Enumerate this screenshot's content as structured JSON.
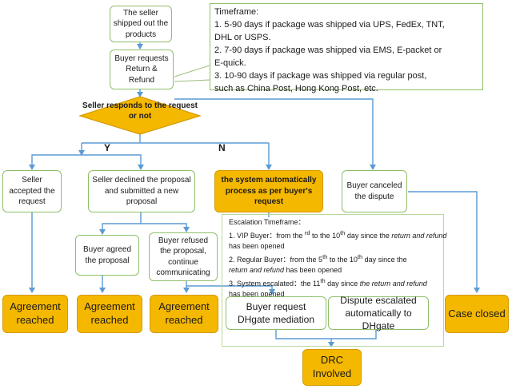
{
  "nodes": {
    "seller_shipped": "The seller shipped out the products",
    "buyer_requests": "Buyer requests Return & Refund",
    "seller_responds": "Seller responds to the request or not",
    "seller_accepted": "Seller accepted the request",
    "seller_declined": "Seller declined the proposal and submitted a new proposal",
    "system_auto": "the system automatically process as per buyer's request",
    "buyer_canceled": "Buyer canceled the dispute",
    "buyer_agreed": "Buyer agreed the proposal",
    "buyer_refused": "Buyer refused the proposal, continue communicating",
    "agreement_1": "Agreement reached",
    "agreement_2": "Agreement reached",
    "agreement_3": "Agreement reached",
    "buyer_mediation": "Buyer request DHgate mediation",
    "dispute_escalated": "Dispute escalated automatically to DHgate",
    "case_closed": "Case closed",
    "drc": "DRC Involved"
  },
  "branch_labels": {
    "yes": "Y",
    "no": "N"
  },
  "timeframe_note": {
    "title": "Timeframe:",
    "line1a": "1. 5-90 days if package was shipped via UPS, FedEx, TNT,",
    "line1b": "DHL or USPS.",
    "line2a": "2. 7-90 days if package was shipped via EMS, E-packet or",
    "line2b": "E-quick.",
    "line3a": "3. 10-90 days if package was shipped via regular post,",
    "line3b": "such as China Post, Hong Kong Post, etc."
  },
  "escalation": {
    "title": "Escalation Timeframe：",
    "vip_a": "1. VIP Buyer：from the ",
    "vip_sup1": "rd",
    "vip_b": " to the 10",
    "vip_sup2": "th",
    "vip_c": " day  since the ",
    "vip_em": "return and refund",
    "vip_d": " has been opened",
    "reg_a": "2. Regular Buyer：from the 5",
    "reg_sup1": "th",
    "reg_b": "  to the 10",
    "reg_sup2": "th",
    "reg_c": " day since the",
    "reg_em": "return and refund",
    "reg_d": " has been opened",
    "sys_a": "3. System escalated：the 11",
    "sys_sup": "th",
    "sys_b": " day since ",
    "sys_em": "the return and refund",
    "sys_d": "has been opened"
  },
  "colors": {
    "gold": "#f5b800",
    "green_border": "#8fbf6a",
    "arrow_blue": "#5b9bd5"
  }
}
